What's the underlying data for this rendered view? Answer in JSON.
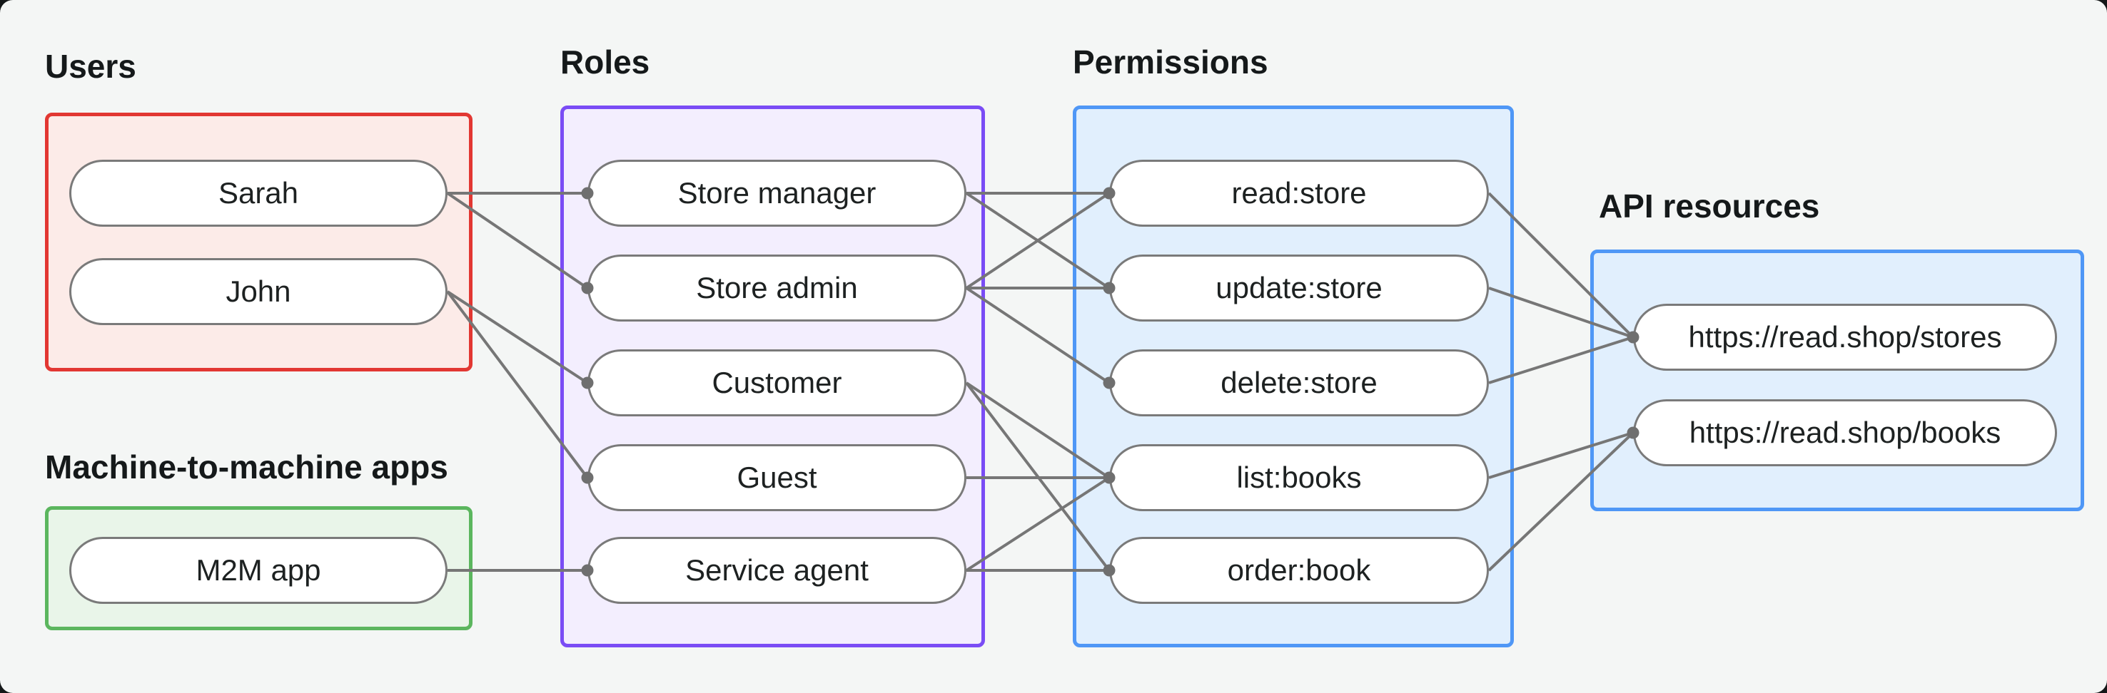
{
  "diagram": {
    "background": "#f4f6f5",
    "edge_color": "#767676",
    "node_border_color": "#7a7a7a",
    "groups": [
      {
        "id": "users",
        "label": "Users",
        "border_color": "#e23732",
        "fill_color": "#fcebe8",
        "nodes": [
          "Sarah",
          "John"
        ]
      },
      {
        "id": "m2m",
        "label": "Machine-to-machine apps",
        "border_color": "#5bb65e",
        "fill_color": "#e9f5e9",
        "nodes": [
          "M2M app"
        ]
      },
      {
        "id": "roles",
        "label": "Roles",
        "border_color": "#7a4cf5",
        "fill_color": "#f3eefe",
        "nodes": [
          "Store manager",
          "Store admin",
          "Customer",
          "Guest",
          "Service agent"
        ]
      },
      {
        "id": "permissions",
        "label": "Permissions",
        "border_color": "#4f97f6",
        "fill_color": "#e1effd",
        "nodes": [
          "read:store",
          "update:store",
          "delete:store",
          "list:books",
          "order:book"
        ]
      },
      {
        "id": "api",
        "label": "API resources",
        "border_color": "#4f97f6",
        "fill_color": "#e1effd",
        "nodes": [
          "https://read.shop/stores",
          "https://read.shop/books"
        ]
      }
    ],
    "edges": [
      {
        "from": "Sarah",
        "to": "Store manager"
      },
      {
        "from": "Sarah",
        "to": "Store admin"
      },
      {
        "from": "John",
        "to": "Customer"
      },
      {
        "from": "John",
        "to": "Guest"
      },
      {
        "from": "M2M app",
        "to": "Service agent"
      },
      {
        "from": "Store manager",
        "to": "read:store"
      },
      {
        "from": "Store manager",
        "to": "update:store"
      },
      {
        "from": "Store admin",
        "to": "read:store"
      },
      {
        "from": "Store admin",
        "to": "update:store"
      },
      {
        "from": "Store admin",
        "to": "delete:store"
      },
      {
        "from": "Customer",
        "to": "list:books"
      },
      {
        "from": "Customer",
        "to": "order:book"
      },
      {
        "from": "Guest",
        "to": "list:books"
      },
      {
        "from": "Service agent",
        "to": "list:books"
      },
      {
        "from": "Service agent",
        "to": "order:book"
      },
      {
        "from": "read:store",
        "to": "https://read.shop/stores"
      },
      {
        "from": "update:store",
        "to": "https://read.shop/stores"
      },
      {
        "from": "delete:store",
        "to": "https://read.shop/stores"
      },
      {
        "from": "list:books",
        "to": "https://read.shop/books"
      },
      {
        "from": "order:book",
        "to": "https://read.shop/books"
      }
    ]
  }
}
